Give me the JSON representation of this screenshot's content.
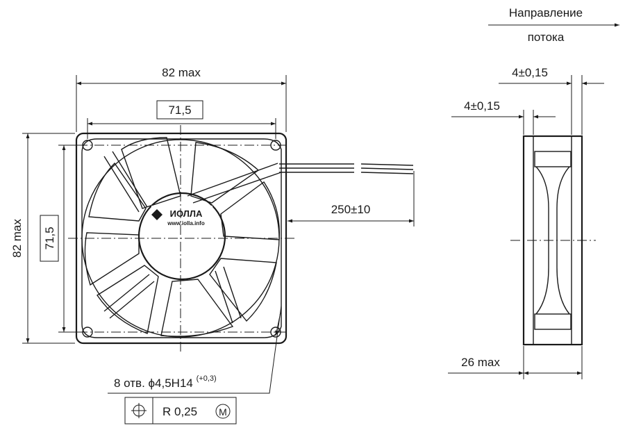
{
  "flow_direction": {
    "line1": "Направление",
    "line2": "потока"
  },
  "dimensions": {
    "width_overall": "82 max",
    "hole_spacing_h": "71,5",
    "height_overall": "82 max",
    "hole_spacing_v": "71,5",
    "cable_length": "250±10",
    "flange_upper": "4±0,15",
    "flange_lower": "4±0,15",
    "thickness": "26 max"
  },
  "holes_note": {
    "prefix": "8 отв. ϕ4,5H14",
    "tolerance": "(+0,3)"
  },
  "position_tolerance": {
    "symbol": "⌖",
    "value": "R 0,25",
    "modifier": "M"
  },
  "logo": {
    "brand": "ИОЛЛА",
    "url": "www.iolla.info"
  }
}
